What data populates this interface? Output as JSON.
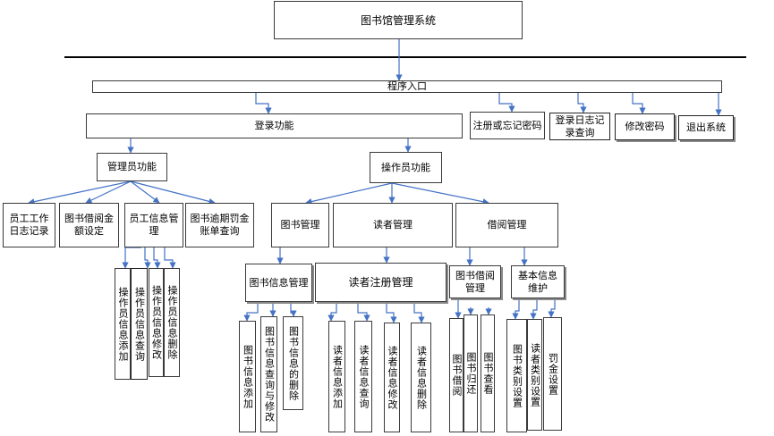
{
  "title": "图书馆管理系统",
  "entry": "程序入口",
  "top_level": {
    "login": "登录功能",
    "register": "注册或忘记密码",
    "log_query": "登录日志记录查询",
    "change_password": "修改密码",
    "exit": "退出系统"
  },
  "admin": {
    "label": "管理员功能",
    "children": {
      "work_log": "员工工作日志记录",
      "borrow_amount": "图书借阅金额设定",
      "staff_info": "员工信息管理",
      "overdue": "图书逾期罚金账单查询"
    },
    "staff_ops": {
      "add": "操作员信息添加",
      "query": "操作员信息查询",
      "edit": "操作员信息修改",
      "delete": "操作员信息删除"
    }
  },
  "operator": {
    "label": "操作员功能",
    "book_mgmt": "图书管理",
    "reader_mgmt": "读者管理",
    "borrow_mgmt": "借阅管理",
    "book_info_mgmt": "图书信息管理",
    "reader_reg_mgmt": "读者注册管理",
    "book_borrow_mgmt": "图书借阅管理",
    "basic_info": "基本信息维护",
    "book_info": {
      "add": "图书信息添加",
      "query": "图书信息查询与修改",
      "delete": "图书信息的删除"
    },
    "reader_info": {
      "add": "读者信息添加",
      "query": "读者信息查询",
      "edit": "读者信息修改",
      "delete": "读者信息删除"
    },
    "borrow_ops": {
      "borrow": "图书借阅",
      "return": "图书归还",
      "view": "图书查看"
    },
    "basic_ops": {
      "book_category": "图书类别设置",
      "reader_category": "读者类别设置",
      "fine": "罚金设置"
    }
  },
  "colors": {
    "arrow": "#4472c4",
    "border": "#3a3a3a",
    "bar": "#000000"
  }
}
